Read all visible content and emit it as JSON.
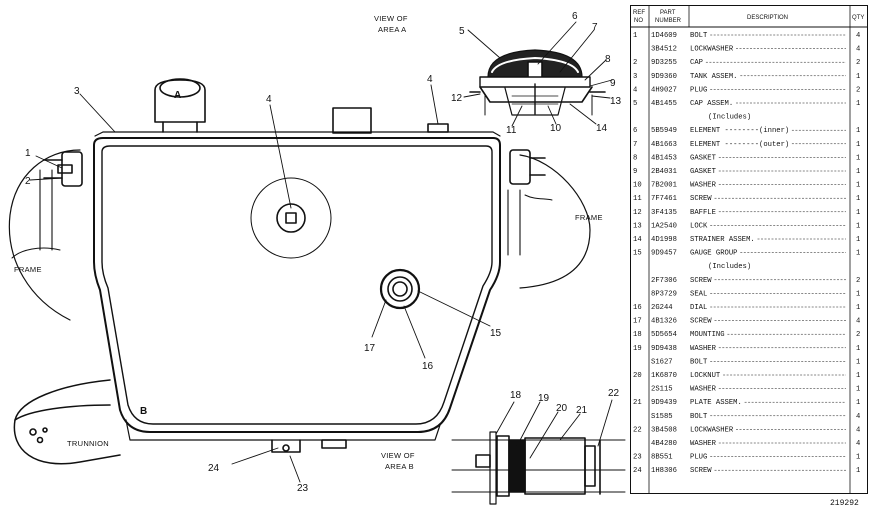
{
  "callouts": {
    "view_a": [
      "VIEW OF",
      "AREA A"
    ],
    "view_b": [
      "VIEW OF",
      "AREA B"
    ],
    "frame_left": "FRAME",
    "frame_right": "FRAME",
    "trunnion": "TRUNNION",
    "letter_a": "A",
    "letter_b": "B",
    "numbers": [
      "1",
      "2",
      "3",
      "4",
      "4",
      "5",
      "6",
      "7",
      "8",
      "9",
      "10",
      "11",
      "12",
      "13",
      "14",
      "15",
      "16",
      "17",
      "18",
      "19",
      "20",
      "21",
      "22",
      "23",
      "24"
    ]
  },
  "parts_table": {
    "headers": {
      "ref": [
        "REF",
        "NO"
      ],
      "part": [
        "PART",
        "NUMBER"
      ],
      "desc": "DESCRIPTION",
      "qty": "QTY"
    },
    "rows": [
      {
        "ref": "1",
        "part": "1D4609",
        "desc": "BOLT",
        "qty": "4"
      },
      {
        "ref": "",
        "part": "3B4512",
        "desc": "LOCKWASHER",
        "qty": "4"
      },
      {
        "ref": "2",
        "part": "9D3255",
        "desc": "CAP",
        "qty": "2"
      },
      {
        "ref": "3",
        "part": "9D9360",
        "desc": "TANK ASSEM.",
        "qty": "1"
      },
      {
        "ref": "4",
        "part": "4H9027",
        "desc": "PLUG",
        "qty": "2"
      },
      {
        "ref": "5",
        "part": "4B1455",
        "desc": "CAP ASSEM.",
        "qty": "1"
      },
      {
        "ref": "",
        "part": "",
        "desc": "(Includes)",
        "qty": ""
      },
      {
        "ref": "6",
        "part": "5B5949",
        "desc": "ELEMENT --------(inner)",
        "qty": "1"
      },
      {
        "ref": "7",
        "part": "4B1663",
        "desc": "ELEMENT --------(outer)",
        "qty": "1"
      },
      {
        "ref": "8",
        "part": "4B1453",
        "desc": "GASKET",
        "qty": "1"
      },
      {
        "ref": "9",
        "part": "2B4031",
        "desc": "GASKET",
        "qty": "1"
      },
      {
        "ref": "10",
        "part": "7B2001",
        "desc": "WASHER",
        "qty": "1"
      },
      {
        "ref": "11",
        "part": "7F7461",
        "desc": "SCREW",
        "qty": "1"
      },
      {
        "ref": "12",
        "part": "3F4135",
        "desc": "BAFFLE",
        "qty": "1"
      },
      {
        "ref": "13",
        "part": "1A2540",
        "desc": "LOCK",
        "qty": "1"
      },
      {
        "ref": "14",
        "part": "4D1998",
        "desc": "STRAINER ASSEM.",
        "qty": "1"
      },
      {
        "ref": "15",
        "part": "9D9457",
        "desc": "GAUGE GROUP",
        "qty": "1"
      },
      {
        "ref": "",
        "part": "",
        "desc": "(Includes)",
        "qty": ""
      },
      {
        "ref": "",
        "part": "2F7306",
        "desc": "SCREW",
        "qty": "2"
      },
      {
        "ref": "",
        "part": "8P3729",
        "desc": "SEAL",
        "qty": "1"
      },
      {
        "ref": "16",
        "part": "2G244",
        "desc": "DIAL",
        "qty": "1"
      },
      {
        "ref": "17",
        "part": "4B1326",
        "desc": "SCREW",
        "qty": "4"
      },
      {
        "ref": "18",
        "part": "5D5654",
        "desc": "MOUNTING",
        "qty": "2"
      },
      {
        "ref": "19",
        "part": "9D9438",
        "desc": "WASHER",
        "qty": "1"
      },
      {
        "ref": "",
        "part": "S1627",
        "desc": "BOLT",
        "qty": "1"
      },
      {
        "ref": "20",
        "part": "1K6870",
        "desc": "LOCKNUT",
        "qty": "1"
      },
      {
        "ref": "",
        "part": "2S115",
        "desc": "WASHER",
        "qty": "1"
      },
      {
        "ref": "21",
        "part": "9D9439",
        "desc": "PLATE ASSEM.",
        "qty": "1"
      },
      {
        "ref": "",
        "part": "S1585",
        "desc": "BOLT",
        "qty": "4"
      },
      {
        "ref": "22",
        "part": "3B4508",
        "desc": "LOCKWASHER",
        "qty": "4"
      },
      {
        "ref": "",
        "part": "4B4280",
        "desc": "WASHER",
        "qty": "4"
      },
      {
        "ref": "23",
        "part": "8B551",
        "desc": "PLUG",
        "qty": "1"
      },
      {
        "ref": "24",
        "part": "1H8306",
        "desc": "SCREW",
        "qty": "1"
      }
    ]
  },
  "drawing_number": "219292"
}
